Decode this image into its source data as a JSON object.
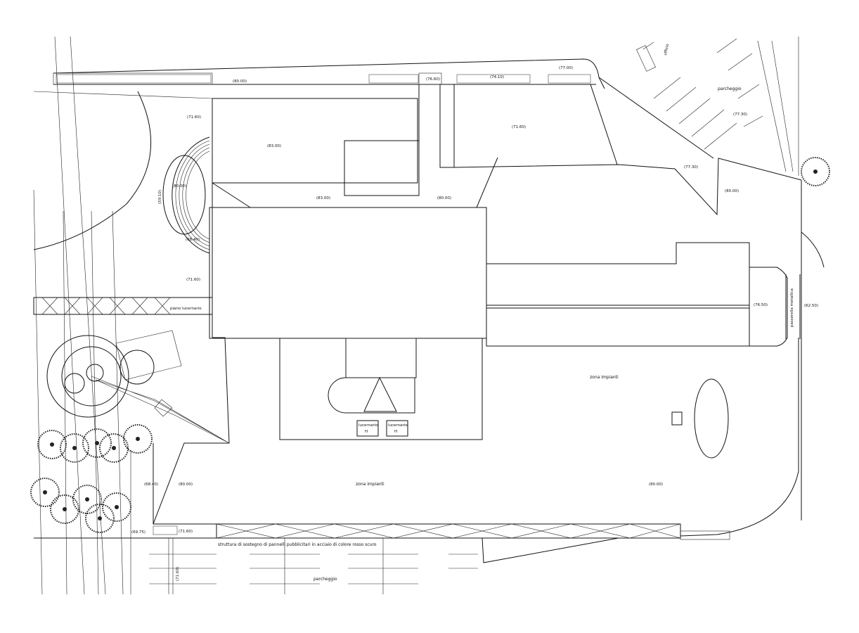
{
  "elevations": {
    "e_top_80": "(80.00)",
    "e_top_7660": "(76.60)",
    "e_top_7410": "(74.10)",
    "e_top_77": "(77.00)",
    "e_7160_left": "(71.60)",
    "e_83_stripes": "(83.00)",
    "e_7160_mid": "(71.60)",
    "e_80_amph": "(80.00)",
    "e_5910": "(59.10)",
    "e_8340": "(83.00)",
    "e_80_center": "(80.00)",
    "e_6840": "(68.40)",
    "e_7730_a": "(77.30)",
    "e_7730_b": "(77.30)",
    "e_80_right": "(80.00)",
    "e_7160_lower": "(71.60)",
    "e_7650": "(76.50)",
    "e_6250": "(62.50)",
    "e_6840_b": "(68.40)",
    "e_80_bl": "(80.00)",
    "e_80_br": "(80.00)",
    "e_6975": "(69.75)",
    "e_7160_bottom": "(71.60)",
    "e_vert_bottom": "(71.60)"
  },
  "labels": {
    "parcheggio_top": "parcheggio",
    "parcheggio_bottom": "parcheggio",
    "zona_impianti_1": "zona impianti",
    "zona_impianti_2": "zona impianti",
    "passerella": "passerella metallica",
    "lucernario_1": "lucernario",
    "lucernario_2": "lucernario",
    "h1": "H",
    "h2": "H",
    "ufficio": "ufficio",
    "struttura": "struttura di sostegno di pannelli pubblicitari in acciaio di colore rosso scuro",
    "piano_lucernario": "piano lucernario"
  }
}
